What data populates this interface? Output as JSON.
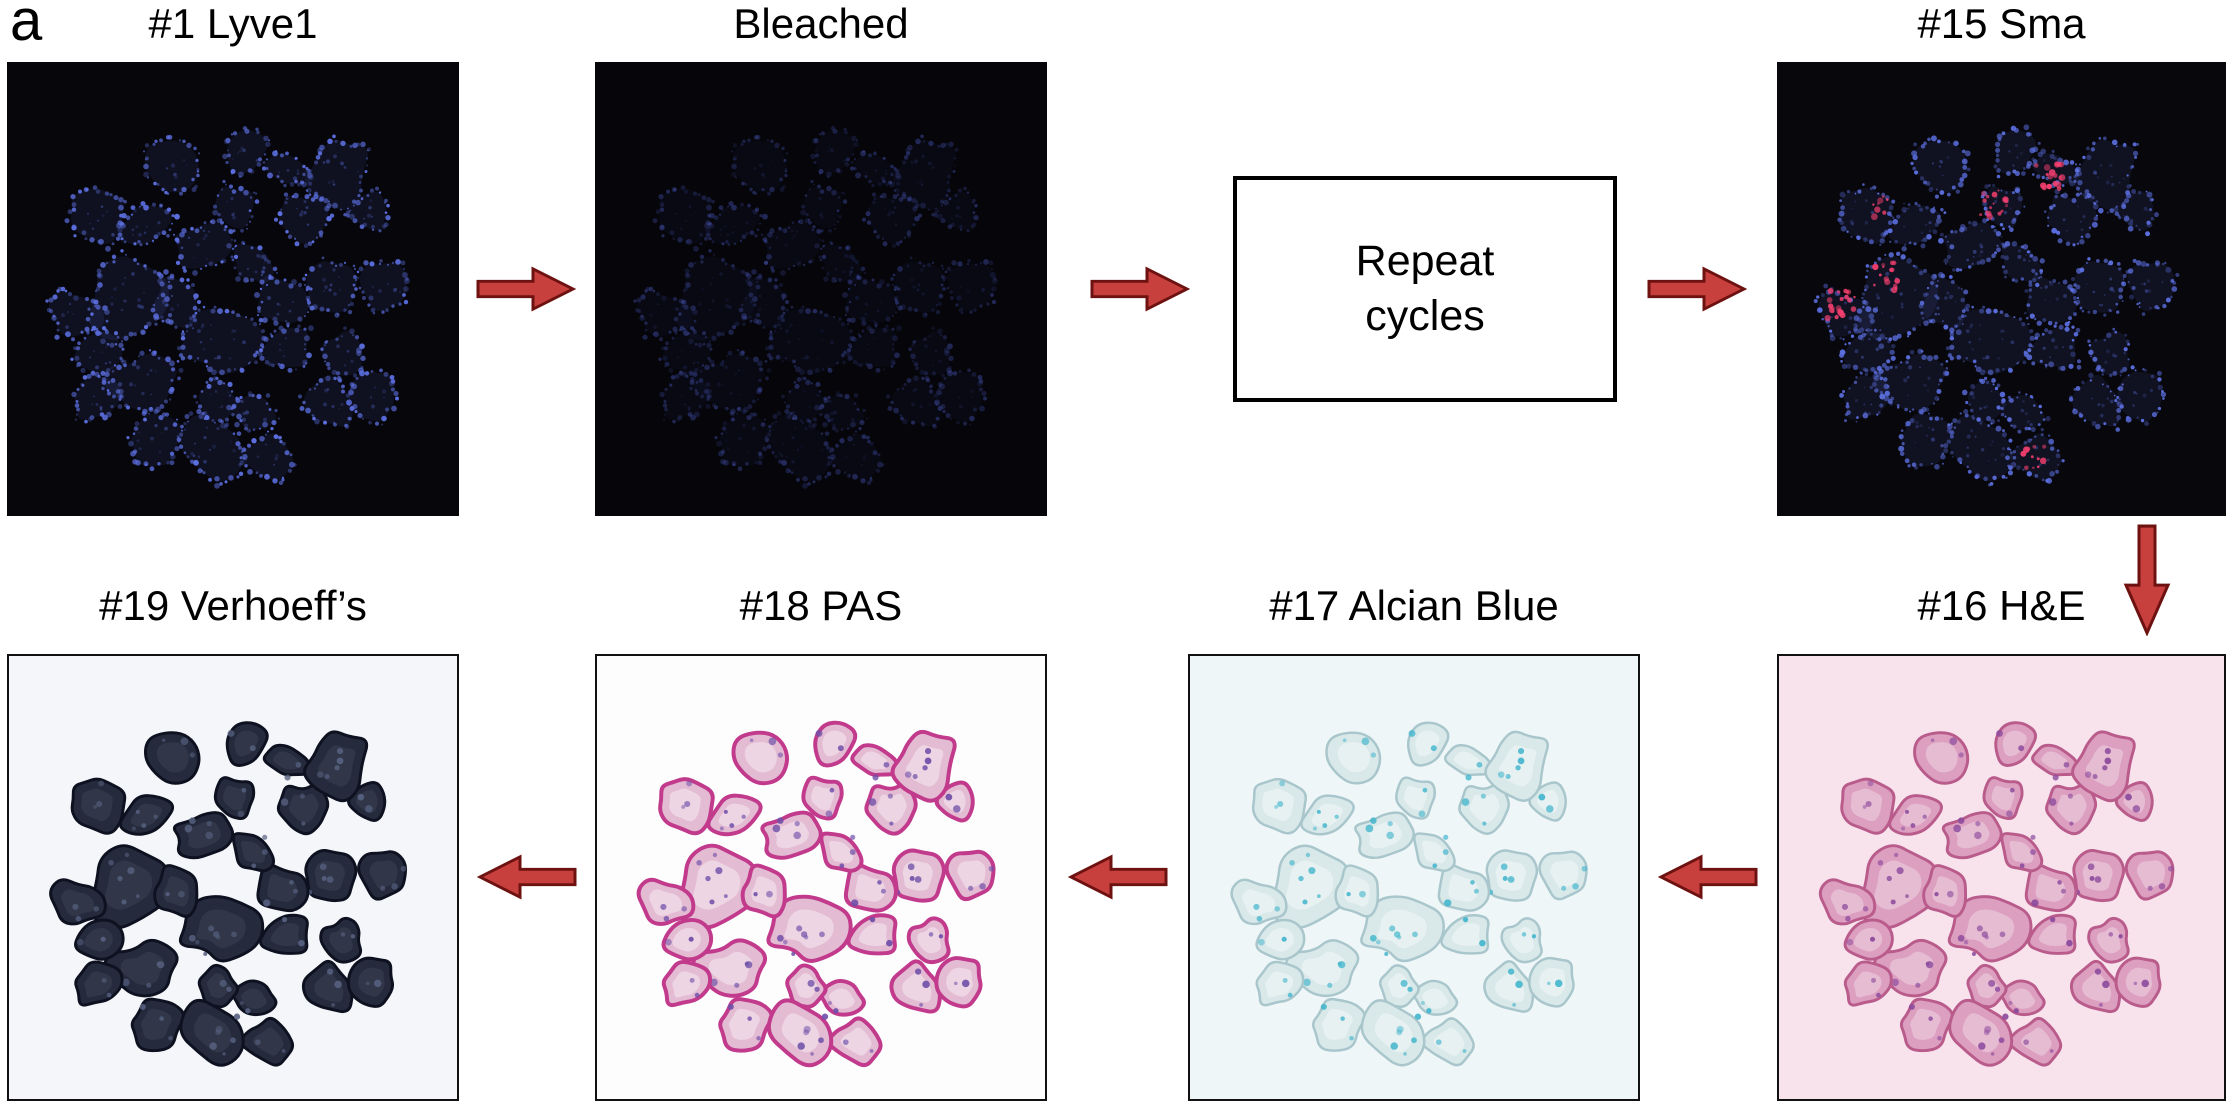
{
  "figure": {
    "panel_letter": "a",
    "colors": {
      "background": "#ffffff",
      "label_color": "#000000",
      "arrow_fill": "#c8403d",
      "arrow_stroke": "#6e1211"
    },
    "repeat_box": {
      "label_line1": "Repeat",
      "label_line2": "cycles"
    },
    "panels": [
      {
        "id": "lyve1",
        "label": "#1 Lyve1",
        "type": "fluorescence",
        "bg": "#06060b",
        "ring": "#5b6ede",
        "dim": 1,
        "red_spots": false,
        "spot_color": ""
      },
      {
        "id": "bleached",
        "label": "Bleached",
        "type": "fluorescence",
        "bg": "#05050a",
        "ring": "#4c5ac0",
        "dim": 0.42,
        "red_spots": false,
        "spot_color": ""
      },
      {
        "id": "sma",
        "label": "#15 Sma",
        "type": "fluorescence",
        "bg": "#07070c",
        "ring": "#5b6ede",
        "dim": 1,
        "red_spots": true,
        "spot_color": "#f43f6f"
      },
      {
        "id": "he",
        "label": "#16 H&E",
        "type": "brightfield",
        "bg": "#f8e3ed",
        "tissue": "#dc9fc0",
        "stroke": "#b95c8c",
        "stroke_w": 3,
        "nuclei": "#8b4a9c",
        "inner": "rgba(255,255,255,0.30)"
      },
      {
        "id": "alcian",
        "label": "#17 Alcian Blue",
        "type": "brightfield",
        "bg": "#eef6f8",
        "tissue": "#d9e8e9",
        "stroke": "#a8c6cb",
        "stroke_w": 2.5,
        "nuclei": "#45b6cd",
        "inner": "rgba(255,255,255,0.40)"
      },
      {
        "id": "pas",
        "label": "#18 PAS",
        "type": "brightfield",
        "bg": "#fdfdfe",
        "tissue": "#e3bcd3",
        "stroke": "#c13a8c",
        "stroke_w": 4,
        "nuclei": "#6f4fa8",
        "inner": "rgba(255,255,255,0.38)"
      },
      {
        "id": "verhoeff",
        "label": "#19 Verhoeff’s",
        "type": "brightfield",
        "bg": "#f5f6fa",
        "tissue": "#252b3d",
        "stroke": "#0d1120",
        "stroke_w": 3,
        "nuclei": "#566080",
        "inner": "rgba(255,255,255,0.06)"
      }
    ],
    "arrows": [
      {
        "name": "top-flow-1",
        "direction": "right"
      },
      {
        "name": "top-flow-2",
        "direction": "right"
      },
      {
        "name": "top-flow-3",
        "direction": "right"
      },
      {
        "name": "turn-down",
        "direction": "down"
      },
      {
        "name": "bottom-flow-1",
        "direction": "left"
      },
      {
        "name": "bottom-flow-2",
        "direction": "left"
      },
      {
        "name": "bottom-flow-3",
        "direction": "left"
      }
    ]
  }
}
